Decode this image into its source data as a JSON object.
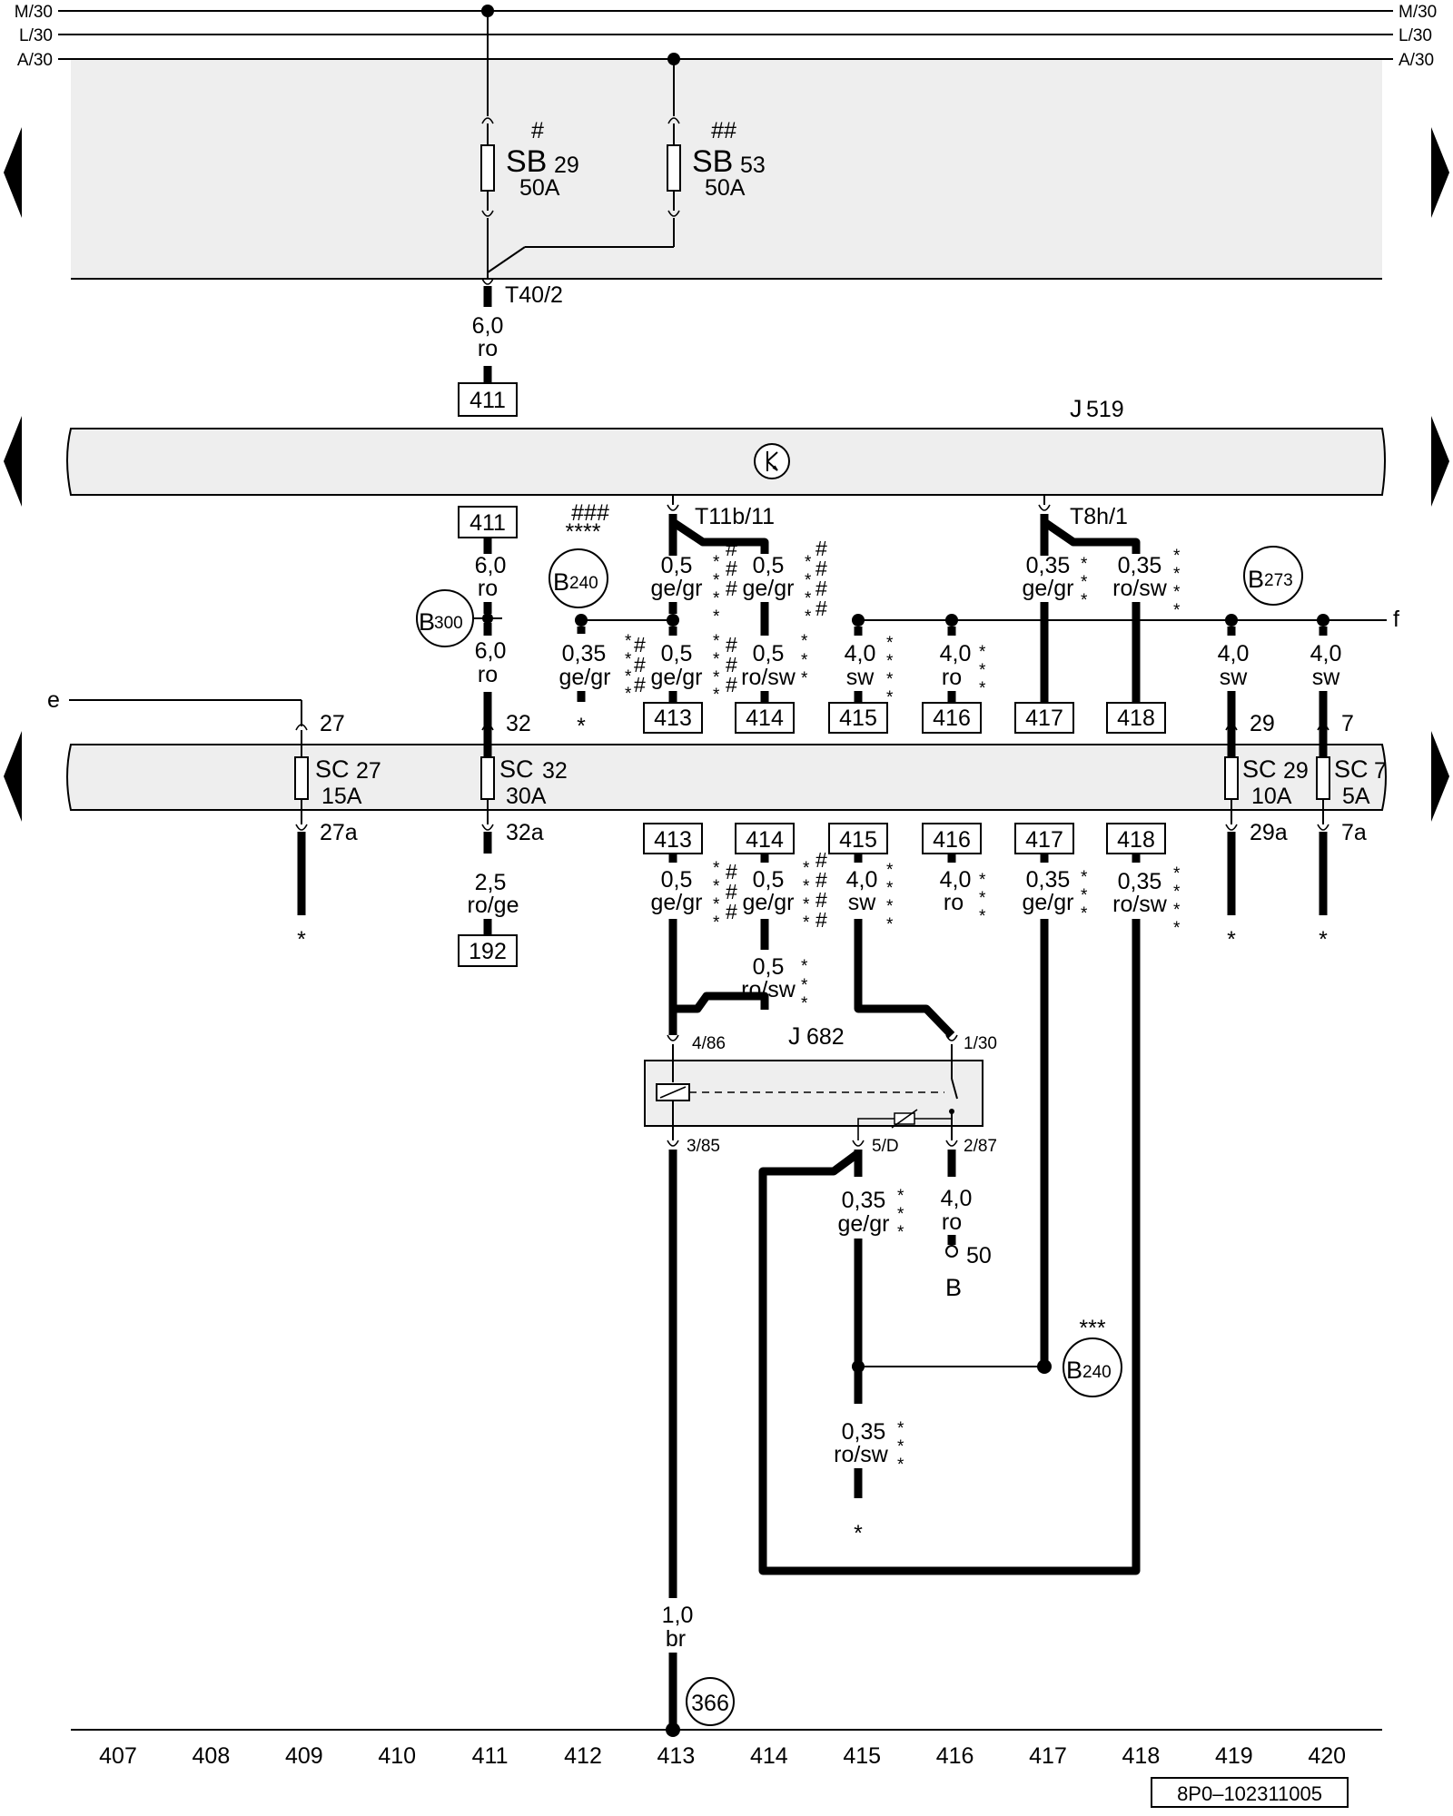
{
  "rails": {
    "m30": "M/30",
    "l30": "L/30",
    "a30": "A/30"
  },
  "fuses_top": [
    {
      "mark": "#",
      "name": "SB",
      "num": "29",
      "rating": "50A"
    },
    {
      "mark": "##",
      "name": "SB",
      "num": "53",
      "rating": "50A"
    }
  ],
  "top_connector": {
    "label": "T40/2",
    "size": "6,0",
    "color": "ro",
    "ref": "411"
  },
  "module_j519": {
    "name": "J",
    "num": "519"
  },
  "connectors": {
    "t11b": "T11b/11",
    "t8h": "T8h/1"
  },
  "refs_upper": [
    "411",
    "413",
    "414",
    "415",
    "416",
    "417",
    "418"
  ],
  "refs_lower": [
    "413",
    "414",
    "415",
    "416",
    "417",
    "418"
  ],
  "ref_192": "192",
  "ground_points": {
    "b240": {
      "name": "B",
      "num": "240"
    },
    "b273": {
      "name": "B",
      "num": "273"
    },
    "b300": {
      "name": "B",
      "num": "300"
    },
    "g366": "366"
  },
  "marks": {
    "m3": "###",
    "s4": "****",
    "s3": "***"
  },
  "wire_labels": {
    "w411a_size": "6,0",
    "w411a_color": "ro",
    "w411b_size": "6,0",
    "w411b_color": "ro",
    "w413u1_size": "0,5",
    "w413u1_color": "ge/gr",
    "w414u1_size": "0,5",
    "w414u1_color": "ge/gr",
    "w412_size": "0,35",
    "w412_color": "ge/gr",
    "w413u2_size": "0,5",
    "w413u2_color": "ge/gr",
    "w414u2_size": "0,5",
    "w414u2_color": "ro/sw",
    "w415_size": "4,0",
    "w415_color": "sw",
    "w416_size": "4,0",
    "w416_color": "ro",
    "w417u_size": "0,35",
    "w417u_color": "ge/gr",
    "w418u_size": "0,35",
    "w418u_color": "ro/sw",
    "w419_size": "4,0",
    "w419_color": "sw",
    "w420_size": "4,0",
    "w420_color": "sw",
    "w411c_size": "2,5",
    "w411c_color": "ro/ge",
    "w413l_size": "0,5",
    "w413l_color": "ge/gr",
    "w414l_size": "0,5",
    "w414l_color": "ge/gr",
    "w415l_size": "4,0",
    "w415l_color": "sw",
    "w416l_size": "4,0",
    "w416l_color": "ro",
    "w417l_size": "0,35",
    "w417l_color": "ge/gr",
    "w418l_size": "0,35",
    "w418l_color": "ro/sw",
    "w414l2_size": "0,5",
    "w414l2_color": "ro/sw",
    "w5d_size": "0,35",
    "w5d_color": "ge/gr",
    "w87_size": "4,0",
    "w87_color": "ro",
    "wrosw_size": "0,35",
    "wrosw_color": "ro/sw",
    "wbr_size": "1,0",
    "wbr_color": "br"
  },
  "fuses_sc": [
    {
      "name": "SC",
      "num": "27",
      "rating": "15A",
      "pin_top": "27",
      "pin_bot": "27a"
    },
    {
      "name": "SC",
      "num": "32",
      "rating": "30A",
      "pin_top": "32",
      "pin_bot": "32a"
    },
    {
      "name": "SC",
      "num": "29",
      "rating": "10A",
      "pin_top": "29",
      "pin_bot": "29a"
    },
    {
      "name": "SC",
      "num": "7",
      "rating": "5A",
      "pin_top": "7",
      "pin_bot": "7a"
    }
  ],
  "side_labels": {
    "e": "e",
    "f": "f"
  },
  "relay_j682": {
    "name": "J",
    "num": "682",
    "pin_86": "4/86",
    "pin_30": "1/30",
    "pin_85": "3/85",
    "pin_d": "5/D",
    "pin_87": "2/87"
  },
  "terminal": {
    "num": "50",
    "name": "B"
  },
  "footer": {
    "columns": [
      "407",
      "408",
      "409",
      "410",
      "411",
      "412",
      "413",
      "414",
      "415",
      "416",
      "417",
      "418",
      "419",
      "420"
    ],
    "code": "8P0–102311005"
  },
  "colors": {
    "band": "#eeeeee",
    "wire": "#000000",
    "background": "#ffffff"
  }
}
